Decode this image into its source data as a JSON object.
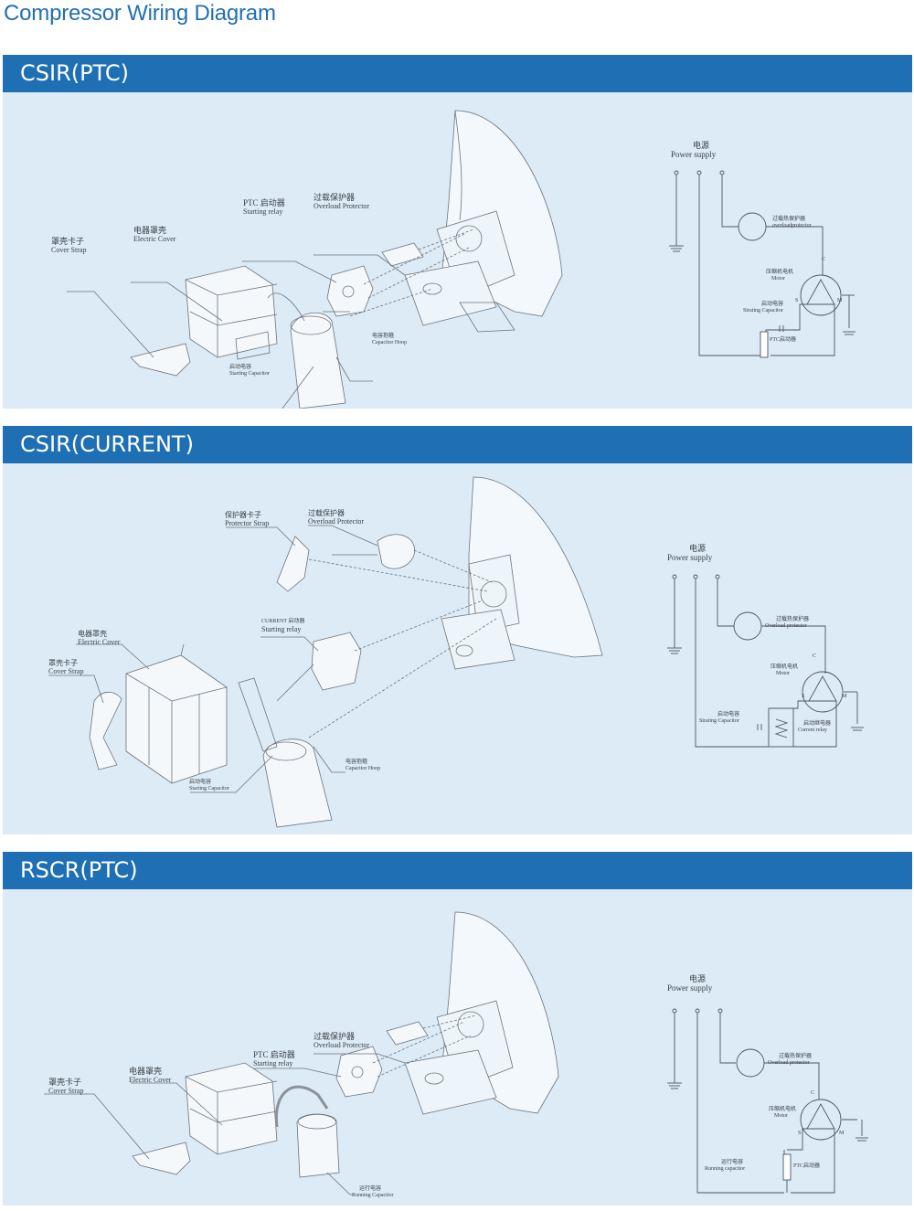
{
  "page": {
    "title": "Compressor Wiring Diagram"
  },
  "sections": [
    {
      "title": "CSIR(PTC)",
      "assembly_labels": {
        "cover_strap_cn": "罩壳卡子",
        "cover_strap_en": "Cover  Strap",
        "electric_cover_cn": "电器罩壳",
        "electric_cover_en": "Electric Cover",
        "starting_relay_cn": "PTC  启动器",
        "starting_relay_en": "Starting relay",
        "overload_protector_cn": "过载保护器",
        "overload_protector_en": "Overload Protector",
        "capacitor_hoop_cn": "电容抱箍",
        "capacitor_hoop_en": "Capacitor Hoop",
        "starting_capacitor_cn": "启动电容",
        "starting_capacitor_en": "Starting Capacitor"
      },
      "circuit_labels": {
        "power_supply_cn": "电源",
        "power_supply_en": "Power supply",
        "overload_cn": "过载热保护器",
        "overload_en": "overloadprotector",
        "motor_cn": "压缩机电机",
        "motor_en": "Motor",
        "capacitor_cn": "启动电容",
        "capacitor_en": "Strating Capacitor",
        "relay": "PTC启动器",
        "pin_c": "C",
        "pin_s": "S",
        "pin_m": "M"
      }
    },
    {
      "title": "CSIR(CURRENT)",
      "assembly_labels": {
        "protector_strap_cn": "保护器卡子",
        "protector_strap_en": "Protector Strap",
        "overload_protector_cn": "过载保护器",
        "overload_protector_en": "Overload Protector",
        "electric_cover_cn": "电器罩壳",
        "electric_cover_en": "Electric Cover",
        "current_relay_cn": "CURRENT 启动器",
        "current_relay_en": "Starting relay",
        "cover_strap_cn": "罩壳卡子",
        "cover_strap_en": "Cover Strap",
        "capacitor_hoop_cn": "电容抱箍",
        "capacitor_hoop_en": "Capacitor Hoop",
        "starting_capacitor_cn": "启动电容",
        "starting_capacitor_en": "Starting Capacitor"
      },
      "circuit_labels": {
        "power_supply_cn": "电源",
        "power_supply_en": "Power supply",
        "overload_cn": "过载热保护器",
        "overload_en": "Overload protector",
        "motor_cn": "压缩机电机",
        "motor_en": "Motor",
        "capacitor_cn": "启动电容",
        "capacitor_en": "Strating Capacitor",
        "relay_cn": "启动继电器",
        "relay_en": "Current relay",
        "pin_c": "C",
        "pin_s": "S",
        "pin_m": "M"
      }
    },
    {
      "title": "RSCR(PTC)",
      "assembly_labels": {
        "cover_strap_cn": "罩壳卡子",
        "cover_strap_en": "Cover  Strap",
        "electric_cover_cn": "电器罩壳",
        "electric_cover_en": "Electric Cover",
        "starting_relay_cn": "PTC  启动器",
        "starting_relay_en": "Starting relay",
        "overload_protector_cn": "过载保护器",
        "overload_protector_en": "Overload Protector",
        "running_capacitor_cn": "运行电容",
        "running_capacitor_en": "Running Capacitor"
      },
      "circuit_labels": {
        "power_supply_cn": "电源",
        "power_supply_en": "Power supply",
        "overload_cn": "过载热保护器",
        "overload_en": "Overload protector",
        "motor_cn": "压缩机电机",
        "motor_en": "Motor",
        "capacitor_cn": "运行电容",
        "capacitor_en": "Running capacitor",
        "relay": "PTC启动器",
        "pin_c": "C",
        "pin_s": "S",
        "pin_m": "M"
      }
    }
  ]
}
